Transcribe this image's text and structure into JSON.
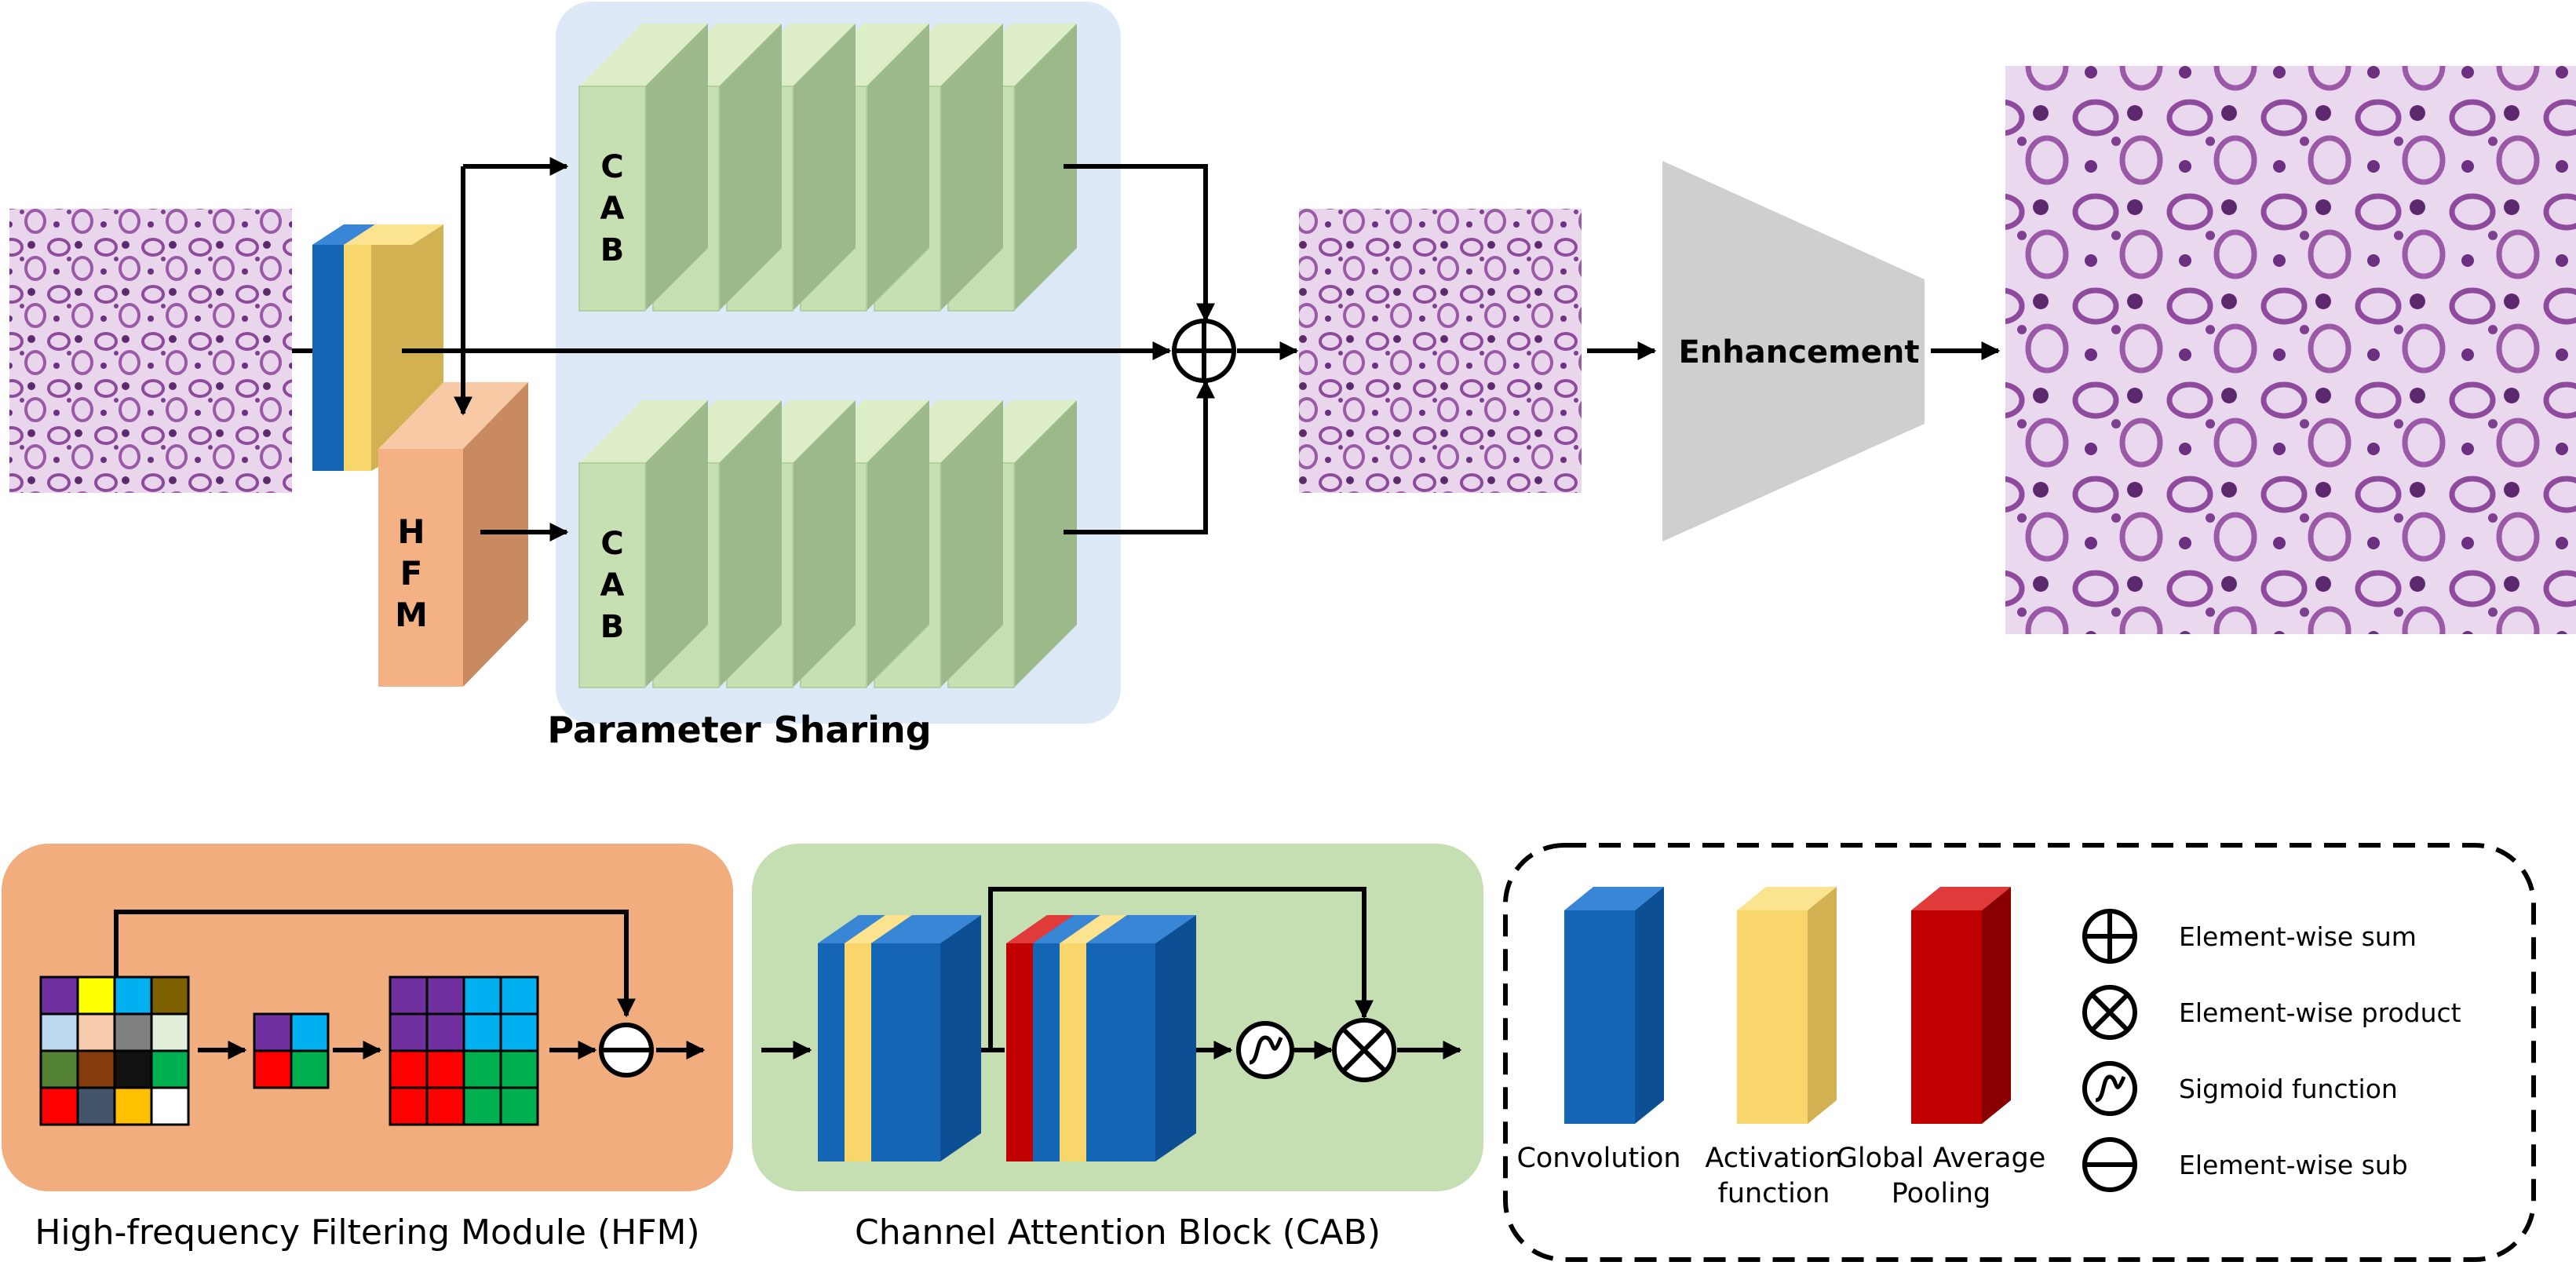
{
  "cab_letters": [
    "C",
    "A",
    "B"
  ],
  "hfm_letters": [
    "H",
    "F",
    "M"
  ],
  "parameter_sharing_label": "Parameter Sharing",
  "enhancement_label": "Enhancement",
  "hfm_caption": "High-frequency Filtering Module (HFM)",
  "cab_caption": "Channel Attention Block (CAB)",
  "legend": {
    "convolution": "Convolution",
    "activation_line1": "Activation",
    "activation_line2": "function",
    "gap_line1": "Global Average",
    "gap_line2": "Pooling",
    "sum": "Element-wise sum",
    "product": "Element-wise product",
    "sigmoid": "Sigmoid function",
    "sub": "Element-wise sub"
  },
  "colors": {
    "conv": "#1565b5",
    "activation": "#f9d66b",
    "gap": "#c00000",
    "cab_block": "#c6e0b4",
    "hfm_block": "#f4b183",
    "sharing_bg": "#dde9f6",
    "hfm_panel": "#f2ad7f",
    "cab_panel": "#c5dfb3",
    "enhancement": "#cfcfcf"
  }
}
